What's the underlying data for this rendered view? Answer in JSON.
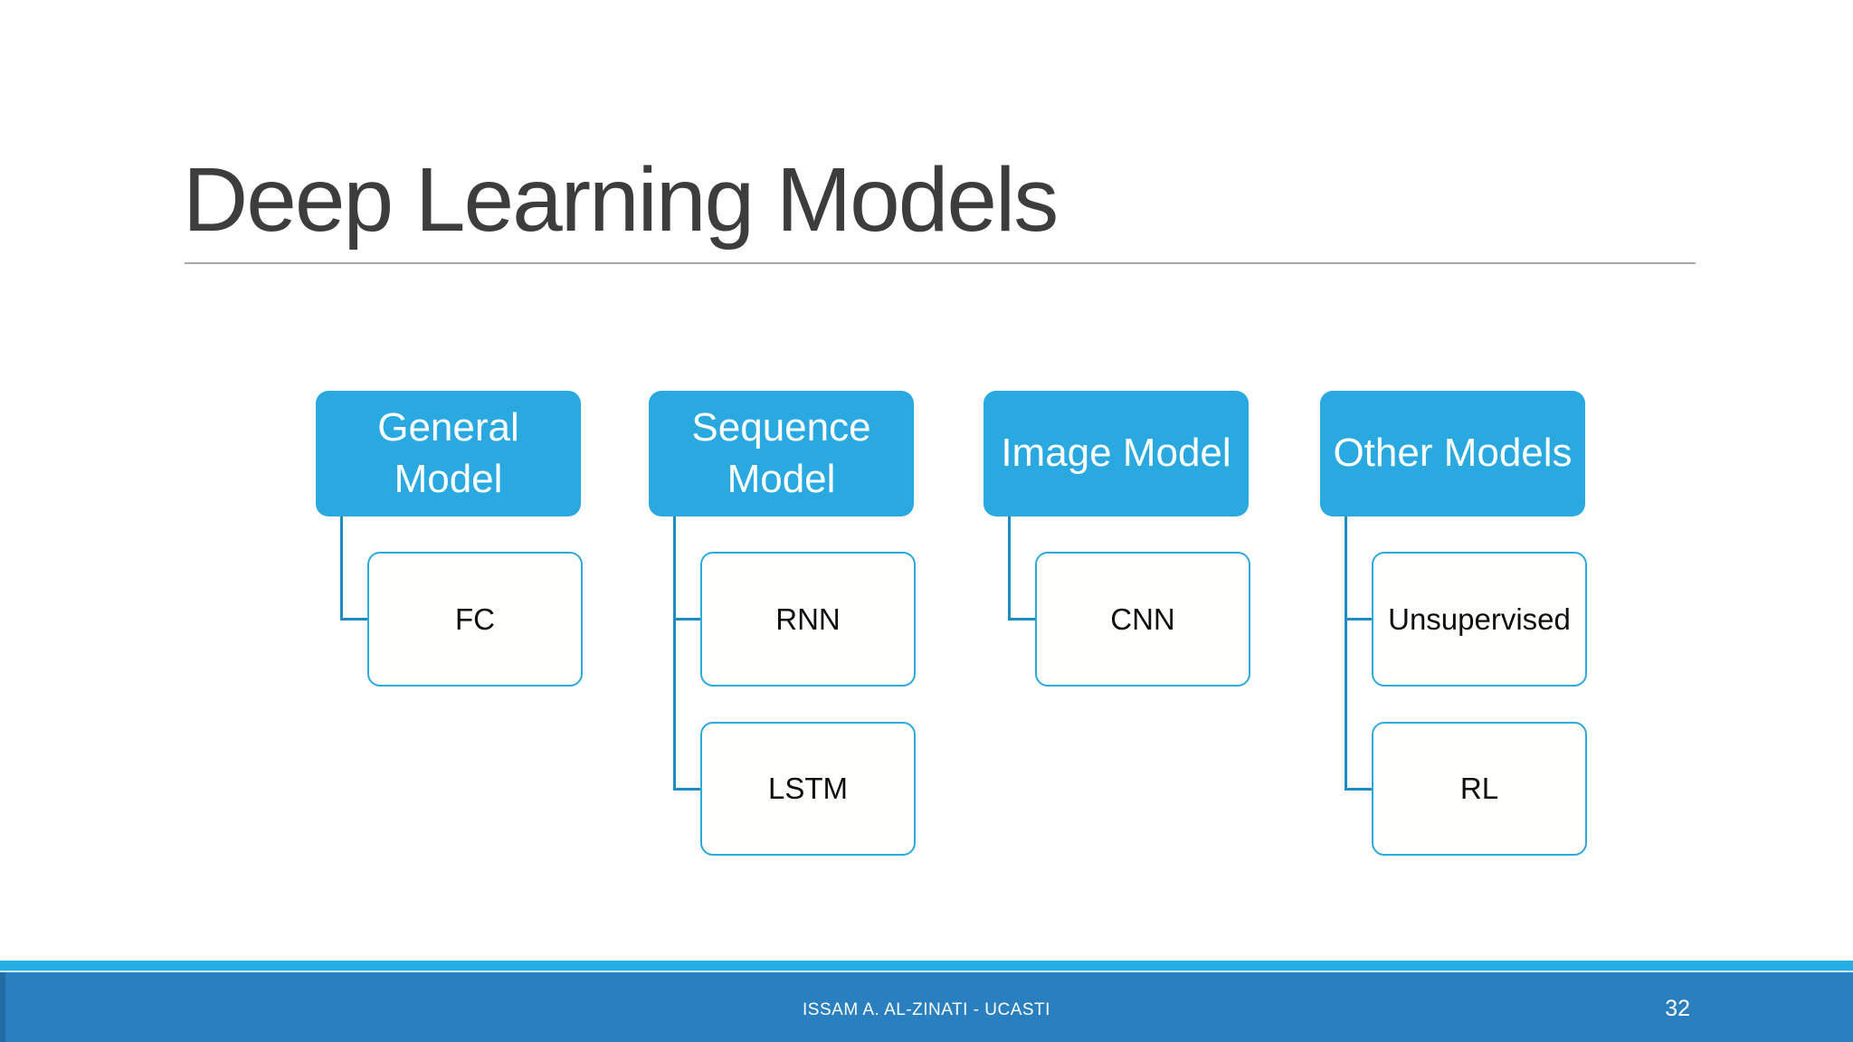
{
  "slide": {
    "title": "Deep Learning Models",
    "footer": {
      "text": "ISSAM A. AL-ZINATI - UCASTI",
      "page_number": "32"
    }
  },
  "colors": {
    "accent": "#29A9E0",
    "node_border": "#2EA9DE",
    "connector": "#1E8CC0",
    "footer_strip": "#24AEE4",
    "footer_band": "#2A7FBF",
    "footer_edge": "#246BA3",
    "title": "#3D3D3D",
    "divider": "#A8A8A8",
    "node_text": "#0E0E0E",
    "parent_text": "#FFFFFF"
  },
  "diagram": {
    "type": "hierarchy",
    "columns": [
      {
        "parent": "General Model",
        "children": [
          "FC"
        ]
      },
      {
        "parent": "Sequence Model",
        "children": [
          "RNN",
          "LSTM"
        ]
      },
      {
        "parent": "Image Model",
        "children": [
          "CNN"
        ]
      },
      {
        "parent": "Other Models",
        "children": [
          "Unsupervised",
          "RL"
        ]
      }
    ]
  }
}
